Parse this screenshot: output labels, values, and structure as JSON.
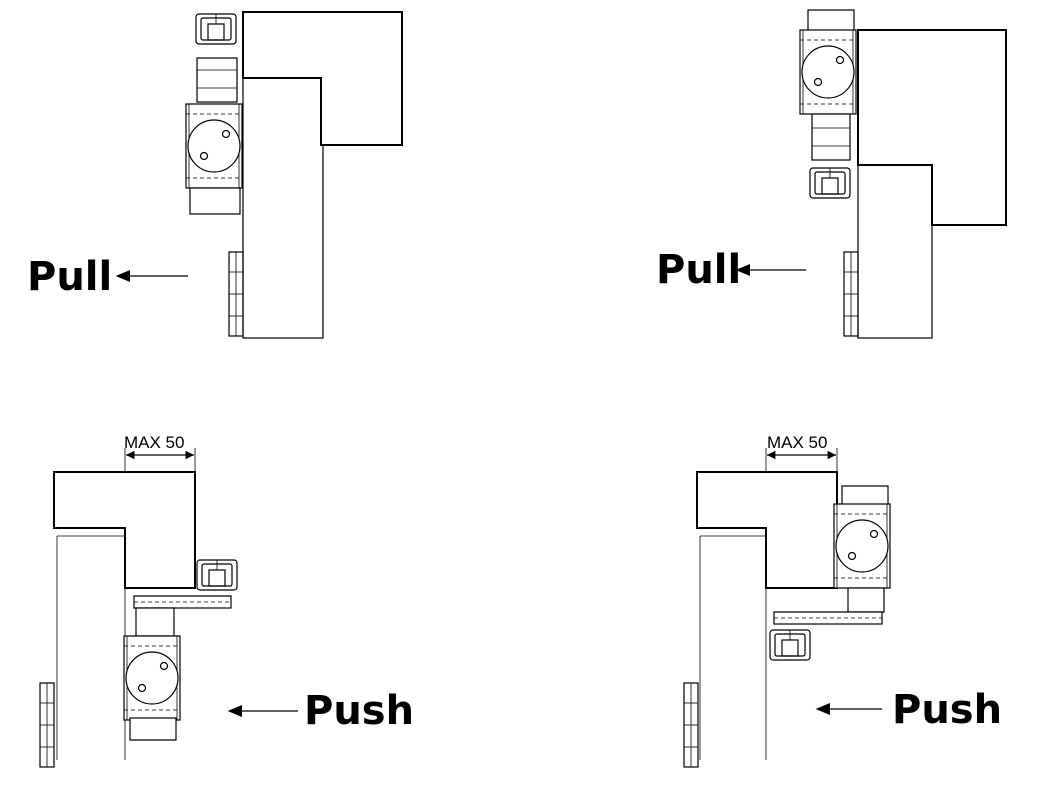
{
  "panels": [
    {
      "id": "top-left",
      "action_label": "Pull"
    },
    {
      "id": "top-right",
      "action_label": "Pull"
    },
    {
      "id": "bottom-left",
      "action_label": "Push",
      "dimension_label": "MAX 50"
    },
    {
      "id": "bottom-right",
      "action_label": "Push",
      "dimension_label": "MAX 50"
    }
  ]
}
